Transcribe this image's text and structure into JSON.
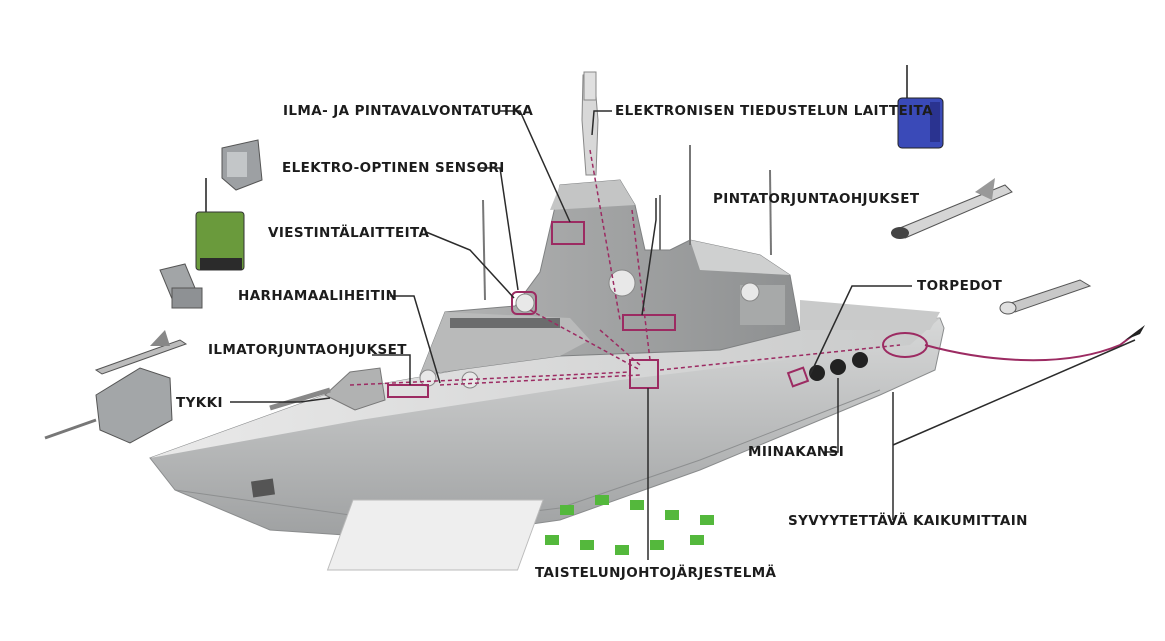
{
  "labels": {
    "air_surface_radar": "ILMA- JA PINTAVALVONTATUTKA",
    "electronic_intelligence": "ELEKTRONISEN TIEDUSTELUN LAITTEITA",
    "electro_optical_sensor": "ELEKTRO-OPTINEN SENSORI",
    "surface_to_surface_missiles": "PINTATORJUNTAOHJUKSET",
    "communications": "VIESTINTÄLAITTEITA",
    "decoy_launcher": "HARHAMAALIHEITIN",
    "torpedoes": "TORPEDOT",
    "anti_air_missiles": "ILMATORJUNTAOHJUKSET",
    "gun": "TYKKI",
    "mine_deck": "MIINAKANSI",
    "towed_sonar": "SYVYYTETTÄVÄ KAIKUMITTAIN",
    "combat_management_system": "TAISTELUNJOHTOJÄRJESTELMÄ"
  },
  "colors": {
    "leader_line": "#2b2b2b",
    "callout": "#9c2b62",
    "hull": "#c8c9c9",
    "ew_unit": "#3a4ab8",
    "radio_unit": "#6a9a3c",
    "console_screen": "#54b83c"
  }
}
